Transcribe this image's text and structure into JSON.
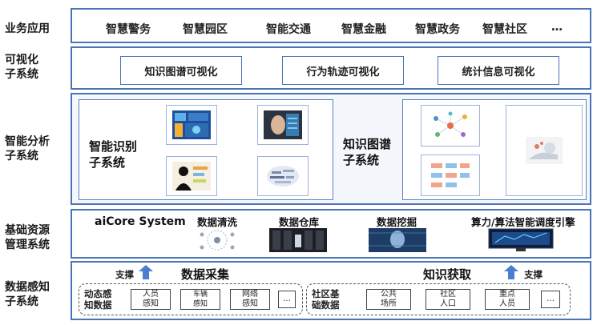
{
  "layers": {
    "applications": {
      "label": "业务应用",
      "items": [
        "智慧警务",
        "智慧园区",
        "智能交通",
        "智慧金融",
        "智慧政务",
        "智慧社区",
        "…"
      ]
    },
    "visualization": {
      "label_line1": "可视化",
      "label_line2": "子系统",
      "items": [
        "知识图谱可视化",
        "行为轨迹可视化",
        "统计信息可视化"
      ]
    },
    "analysis": {
      "label_line1": "智能分析",
      "label_line2": "子系统",
      "recognition_title_line1": "智能识别",
      "recognition_title_line2": "子系统",
      "graph_title_line1": "知识图谱",
      "graph_title_line2": "子系统"
    },
    "resources": {
      "label_line1": "基础资源",
      "label_line2": "管理系统",
      "items": [
        "aiCore System",
        "数据清洗",
        "数据仓库",
        "数据挖掘",
        "算力/算法智能调度引擎"
      ]
    },
    "perception": {
      "label_line1": "数据感知",
      "label_line2": "子系统",
      "support": "支撑",
      "collection_title": "数据采集",
      "knowledge_title": "知识获取",
      "dynamic_label_line1": "动态感",
      "dynamic_label_line2": "知数据",
      "dynamic_items": [
        [
          "人员",
          "感知"
        ],
        [
          "车辆",
          "感知"
        ],
        [
          "网络",
          "感知"
        ],
        [
          "…",
          ""
        ]
      ],
      "community_label_line1": "社区基",
      "community_label_line2": "础数据",
      "community_items": [
        [
          "公共",
          "场所"
        ],
        [
          "社区",
          "人口"
        ],
        [
          "重点",
          "人员"
        ],
        [
          "…",
          ""
        ]
      ]
    }
  },
  "colors": {
    "frame_blue": "#4a73b8",
    "arrow_blue": "#4a7fd0",
    "text_dark": "#1a1a1a"
  }
}
